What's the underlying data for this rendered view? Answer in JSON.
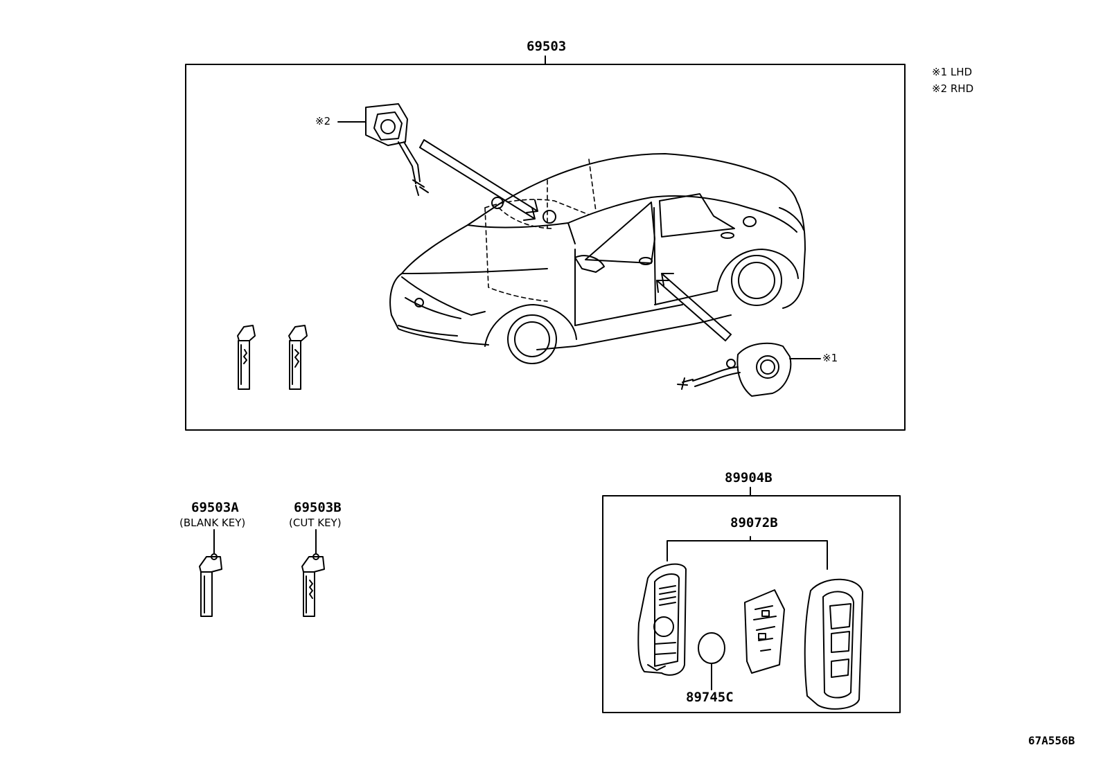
{
  "parts": {
    "main_assembly": "69503",
    "blank_key": "69503A",
    "blank_key_desc": "(BLANK KEY)",
    "cut_key": "69503B",
    "cut_key_desc": "(CUT KEY)",
    "smart_key_assembly": "89904B",
    "transmitter_housing": "89072B",
    "battery": "89745C"
  },
  "notes": {
    "lhd": "※1 LHD",
    "rhd": "※2 RHD"
  },
  "refs": {
    "mark1": "※1",
    "mark2": "※2"
  },
  "diagram_code": "67A556B"
}
